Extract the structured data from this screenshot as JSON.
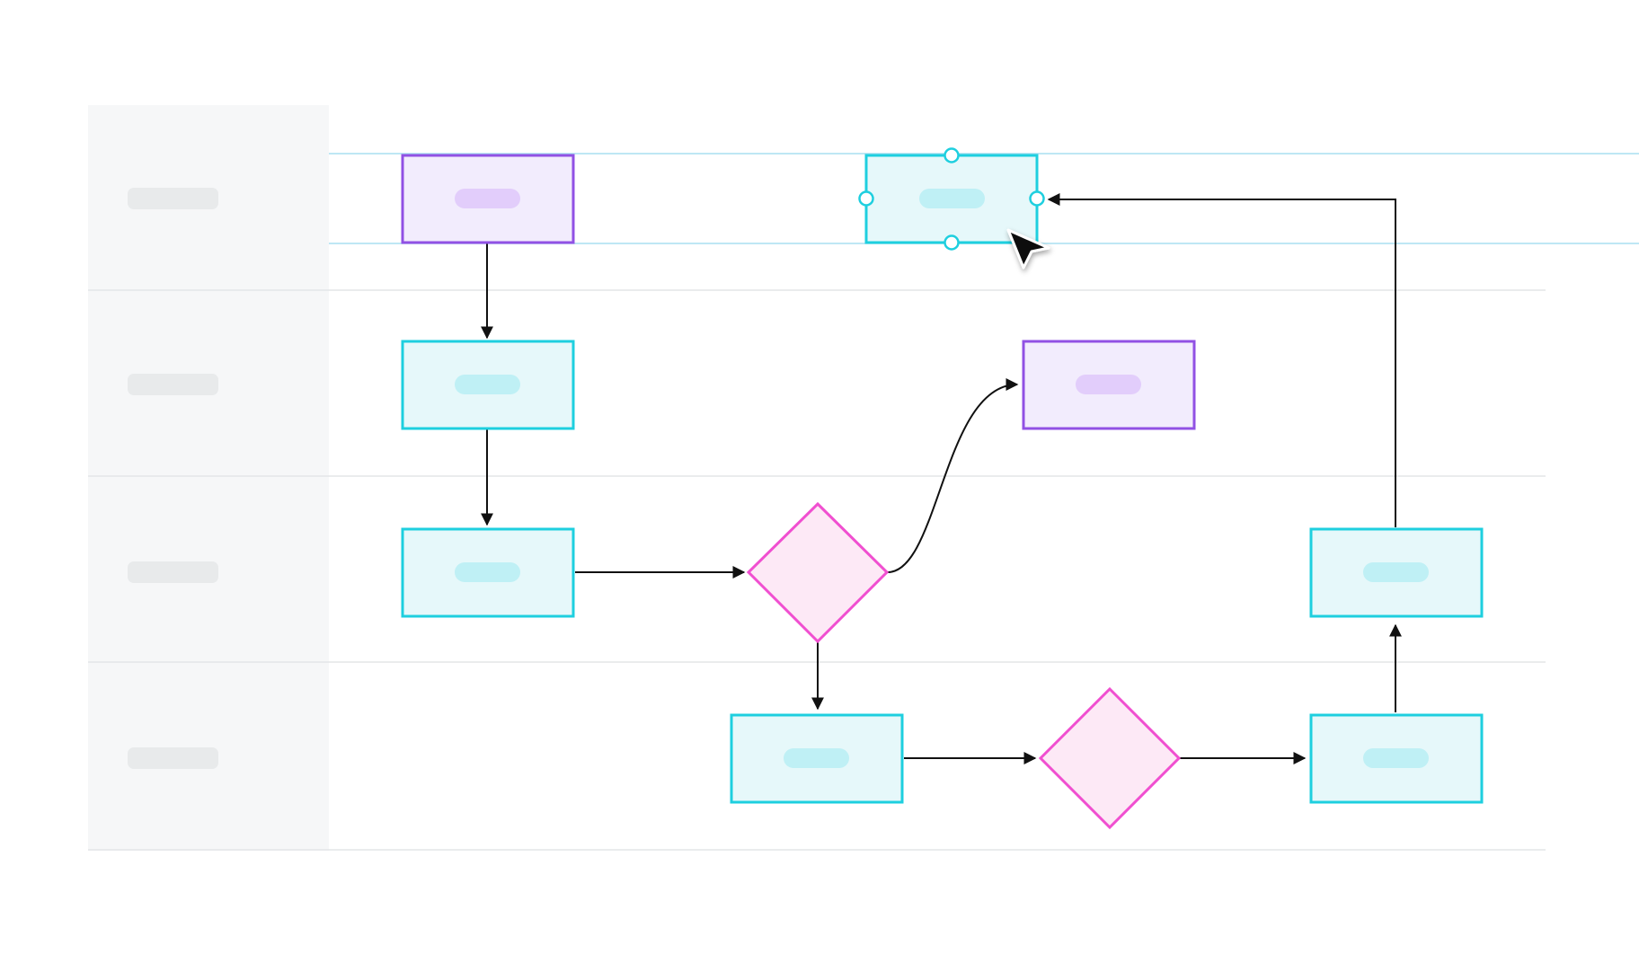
{
  "canvas": {
    "background": "#ffffff",
    "lane_panel_color": "#f6f7f8",
    "guide_color": "#a9dff0"
  },
  "swimlanes": [
    {
      "label": ""
    },
    {
      "label": ""
    },
    {
      "label": ""
    },
    {
      "label": ""
    }
  ],
  "nodes": [
    {
      "id": "start",
      "shape": "rect",
      "style": "purple",
      "label": "",
      "lane": 1
    },
    {
      "id": "selected",
      "shape": "rect",
      "style": "cyan",
      "label": "",
      "lane": 1,
      "selected": true
    },
    {
      "id": "step-2",
      "shape": "rect",
      "style": "cyan",
      "label": "",
      "lane": 2
    },
    {
      "id": "end",
      "shape": "rect",
      "style": "purple",
      "label": "",
      "lane": 2
    },
    {
      "id": "step-3",
      "shape": "rect",
      "style": "cyan",
      "label": "",
      "lane": 3
    },
    {
      "id": "decision-1",
      "shape": "diamond",
      "style": "pink",
      "label": "",
      "lane": 3
    },
    {
      "id": "step-right",
      "shape": "rect",
      "style": "cyan",
      "label": "",
      "lane": 3
    },
    {
      "id": "step-4",
      "shape": "rect",
      "style": "cyan",
      "label": "",
      "lane": 4
    },
    {
      "id": "decision-2",
      "shape": "diamond",
      "style": "pink",
      "label": "",
      "lane": 4
    },
    {
      "id": "step-5",
      "shape": "rect",
      "style": "cyan",
      "label": "",
      "lane": 4
    }
  ],
  "edges": [
    {
      "from": "start",
      "to": "step-2"
    },
    {
      "from": "step-2",
      "to": "step-3"
    },
    {
      "from": "step-3",
      "to": "decision-1"
    },
    {
      "from": "decision-1",
      "to": "end",
      "curved": true
    },
    {
      "from": "decision-1",
      "to": "step-4"
    },
    {
      "from": "step-4",
      "to": "decision-2"
    },
    {
      "from": "decision-2",
      "to": "step-5"
    },
    {
      "from": "step-5",
      "to": "step-right"
    },
    {
      "from": "step-right",
      "to": "selected"
    }
  ],
  "colors": {
    "cyan_stroke": "#1ecfdf",
    "cyan_fill": "#e6f8fa",
    "purple_stroke": "#9151e4",
    "purple_fill": "#f2ecfd",
    "pink_stroke": "#f04fd0",
    "pink_fill": "#fde9f6",
    "edge": "#111111"
  },
  "cursor": {
    "icon": "arrow-cursor-icon"
  }
}
